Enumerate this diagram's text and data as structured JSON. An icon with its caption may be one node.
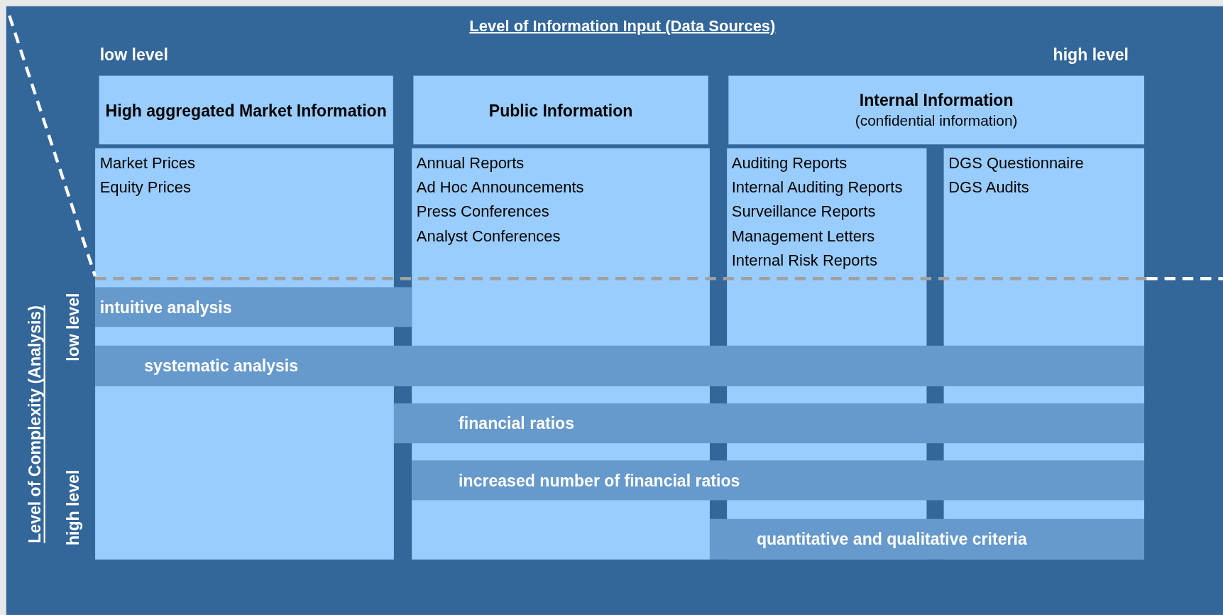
{
  "diagram": {
    "title": "Level of Information Input (Data Sources)",
    "nodes": [
      {
        "text": [
          "High aggregated Market Information"
        ]
      },
      {
        "text": [
          "Public Information"
        ]
      },
      {
        "text": [
          "Internal Information",
          "(confidential information)"
        ]
      },
      {
        "text": [
          "Market Prices",
          "Equity Prices"
        ]
      },
      {
        "text": [
          "Annual Reports",
          "Ad Hoc Announcements",
          "Press Conferences",
          "Analyst Conferences"
        ]
      },
      {
        "text": [
          "Auditing Reports",
          "Internal Auditing Reports",
          "Surveillance Reports",
          "Management Letters",
          "Internal Risk Reports"
        ]
      },
      {
        "text": [
          "DGS Questionnaire",
          "DGS Audits"
        ]
      },
      {
        "text": [
          "intuitive analysis"
        ]
      },
      {
        "text": [
          "systematic analysis"
        ]
      },
      {
        "text": [
          "financial ratios"
        ]
      },
      {
        "text": [
          "increased number of financial ratios"
        ]
      },
      {
        "text": [
          "quantitative and qualitative criteria"
        ]
      }
    ],
    "labels": [
      "low level",
      "high level",
      "Level of Complexity (Analysis)",
      "low level",
      "high level"
    ]
  }
}
